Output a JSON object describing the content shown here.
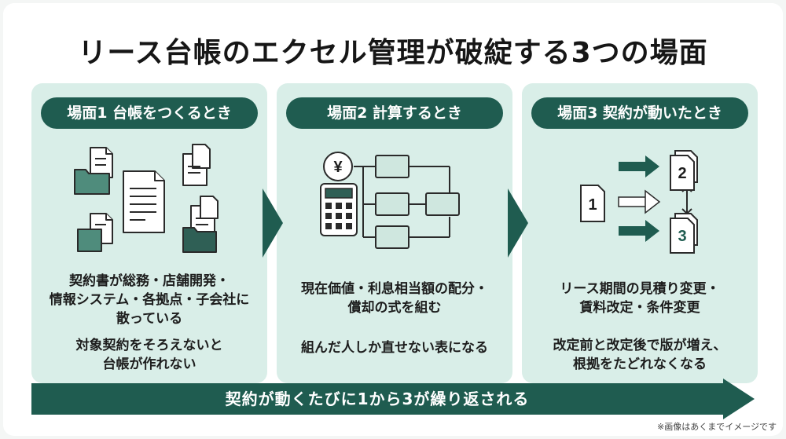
{
  "title": "リース台帳のエクセル管理が破綻する3つの場面",
  "scenes": [
    {
      "label": "場面1  台帳をつくるとき",
      "text1": [
        "契約書が総務・店舗開発・",
        "情報システム・各拠点・子会社に",
        "散っている"
      ],
      "text2": [
        "対象契約をそろえないと",
        "台帳が作れない"
      ]
    },
    {
      "label": "場面2  計算するとき",
      "text1": [
        "現在価値・利息相当額の配分・",
        "償却の式を組む"
      ],
      "text2": [
        "組んだ人しか直せない表になる"
      ]
    },
    {
      "label": "場面3  契約が動いたとき",
      "text1": [
        "リース期間の見積り変更・",
        "賃料改定・条件変更"
      ],
      "text2": [
        "改定前と改定後で版が増え、",
        "根拠をたどれなくなる"
      ]
    }
  ],
  "icons": {
    "yen": "¥",
    "doc_1": "1",
    "doc_2": "2",
    "doc_3": "3"
  },
  "band": "契約が動くたびに1から3が繰り返される",
  "note": "※画像はあくまでイメージです",
  "colors": {
    "dark": "#1f5c50",
    "panel": "#d9eee8",
    "line": "#2a2a2a"
  }
}
